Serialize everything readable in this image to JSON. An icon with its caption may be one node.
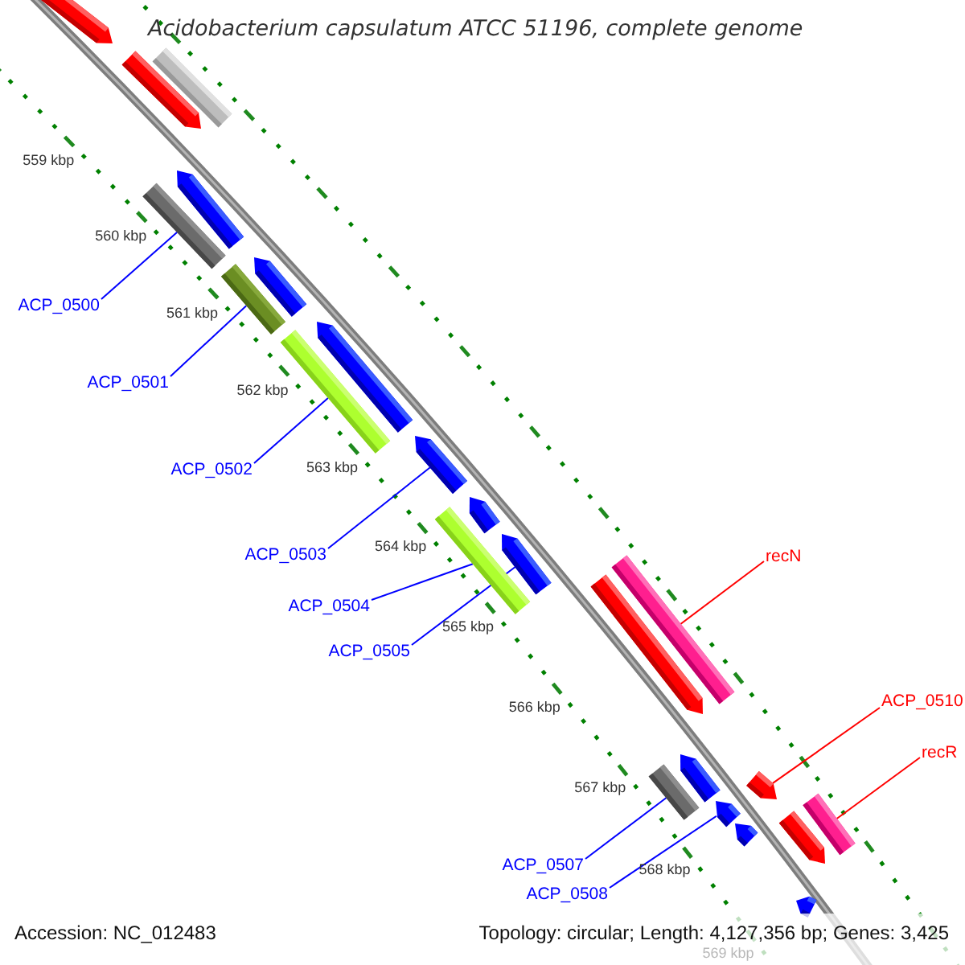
{
  "diagram": {
    "title": "Acidobacterium capsulatum ATCC 51196, complete genome",
    "nodes": [
      {
        "text": [
          "ACP_0500"
        ]
      },
      {
        "text": [
          "ACP_0501"
        ]
      },
      {
        "text": [
          "ACP_0502"
        ]
      },
      {
        "text": [
          "ACP_0503"
        ]
      },
      {
        "text": [
          "recN"
        ]
      },
      {
        "text": [
          "ACP_0504"
        ]
      },
      {
        "text": [
          "ACP_0505"
        ]
      },
      {
        "text": [
          "ACP_0510"
        ]
      },
      {
        "text": [
          "recR"
        ]
      },
      {
        "text": [
          "ACP_0507"
        ]
      },
      {
        "text": [
          "ACP_0508"
        ]
      },
      {
        "text": [],
        "shape": "arrow"
      },
      {
        "text": [],
        "shape": "bar"
      },
      {
        "text": [],
        "shape": "arrow"
      },
      {
        "text": [],
        "shape": "arrow"
      },
      {
        "text": [],
        "shape": "bar"
      },
      {
        "text": [],
        "shape": "arrow"
      },
      {
        "text": [],
        "shape": "bar"
      },
      {
        "text": [],
        "shape": "arrow"
      },
      {
        "text": [],
        "shape": "bar"
      },
      {
        "text": [],
        "shape": "arrow"
      },
      {
        "text": [],
        "shape": "arrow"
      },
      {
        "text": [],
        "shape": "bar"
      },
      {
        "text": [],
        "shape": "arrow"
      },
      {
        "text": [],
        "shape": "bar"
      },
      {
        "text": [],
        "shape": "arrow"
      },
      {
        "text": [],
        "shape": "arrow"
      },
      {
        "text": [],
        "shape": "bar"
      },
      {
        "text": [],
        "shape": "arrow"
      },
      {
        "text": [],
        "shape": "bar"
      },
      {
        "text": [],
        "shape": "arrow"
      },
      {
        "text": [],
        "shape": "arrow"
      },
      {
        "text": [],
        "shape": "arrow"
      },
      {
        "text": [],
        "shape": "arrow"
      }
    ],
    "edges": [
      {
        "from": 0,
        "to": 15,
        "arrow": "none"
      },
      {
        "from": 1,
        "to": 17,
        "arrow": "none"
      },
      {
        "from": 2,
        "to": 19,
        "arrow": "none"
      },
      {
        "from": 3,
        "to": 20,
        "arrow": "none"
      },
      {
        "from": 4,
        "to": 24,
        "arrow": "none",
        "color": "#ff0000"
      },
      {
        "from": 5,
        "to": 22,
        "arrow": "none"
      },
      {
        "from": 6,
        "to": 23,
        "arrow": "none"
      },
      {
        "from": 7,
        "to": 28,
        "arrow": "none",
        "color": "#ff0000"
      },
      {
        "from": 8,
        "to": 29,
        "arrow": "none",
        "color": "#ff0000"
      },
      {
        "from": 9,
        "to": 27,
        "arrow": "none"
      },
      {
        "from": 10,
        "to": 30,
        "arrow": "none"
      }
    ],
    "labels": [
      "559 kbp",
      "560 kbp",
      "561 kbp",
      "562 kbp",
      "563 kbp",
      "564 kbp",
      "565 kbp",
      "566 kbp",
      "567 kbp",
      "568 kbp",
      "569 kbp",
      "Accession: NC_012483",
      "Topology: circular; Length: 4,127,356 bp; Genes: 3,425"
    ]
  }
}
